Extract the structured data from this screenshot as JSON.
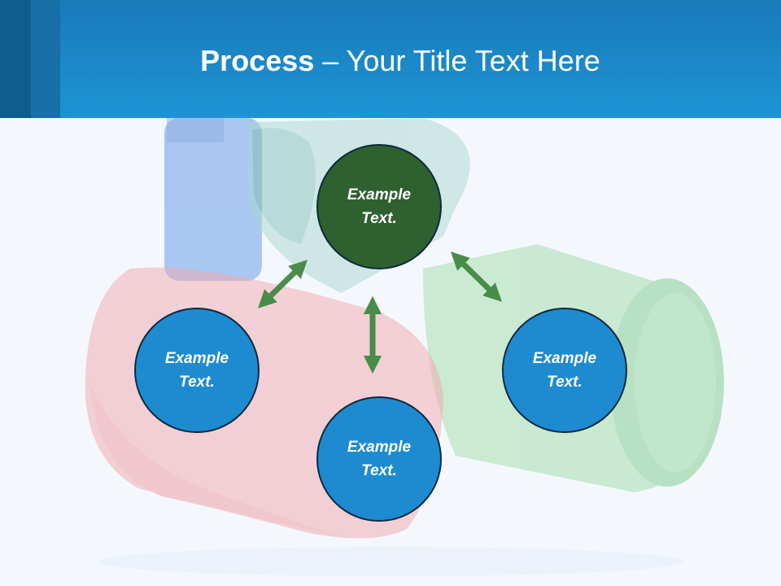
{
  "title": {
    "bold": "Process",
    "rest": " – Your Title Text Here"
  },
  "nodes": {
    "top": "Example Text.",
    "left": "Example Text.",
    "bottom": "Example Text.",
    "right": "Example Text."
  },
  "colors": {
    "header": "#1d94d4",
    "node_center": "#2f6030",
    "node_outer": "#1e8bd0",
    "arrow": "#4a8c4a"
  }
}
